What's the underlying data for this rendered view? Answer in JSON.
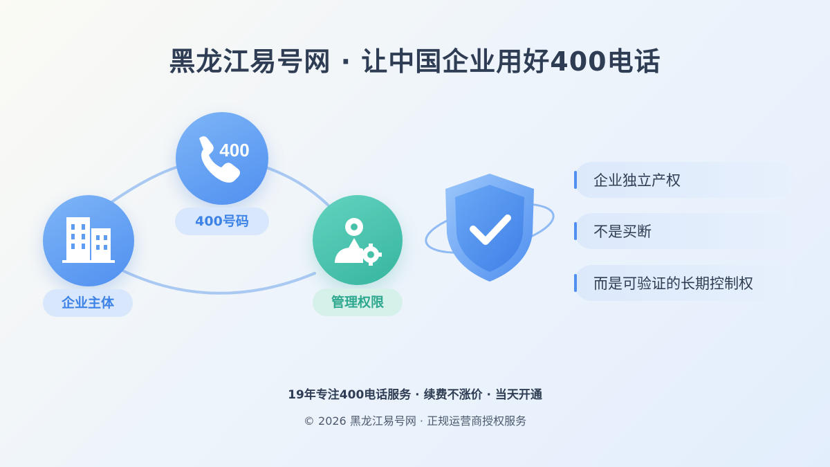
{
  "title": "黑龙江易号网 · 让中国企业用好400电话",
  "nodes": {
    "phone": {
      "icon_text": "400",
      "label": "400号码",
      "icon": "phone-icon"
    },
    "enterprise": {
      "label": "企业主体",
      "icon": "building-icon"
    },
    "management": {
      "label": "管理权限",
      "icon": "user-gear-icon"
    }
  },
  "shield": {
    "icon": "shield-check-icon"
  },
  "features": [
    "企业独立产权",
    "不是买断",
    "而是可验证的长期控制权"
  ],
  "footer": {
    "line1": "19年专注400电话服务 · 续费不涨价 · 当天开通",
    "line2": "© 2026 黑龙江易号网 · 正规运营商授权服务"
  },
  "colors": {
    "blue": "#4f8ff0",
    "teal": "#36b59e",
    "text": "#2f3d54"
  }
}
